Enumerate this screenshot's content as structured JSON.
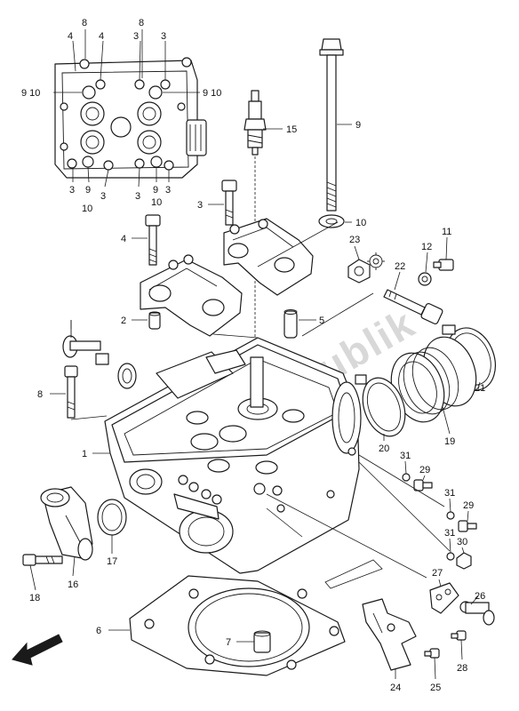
{
  "watermark": "Partsrepublik",
  "callouts": {
    "c1": "1",
    "c2": "2",
    "c3": "3",
    "c4": "4",
    "c5": "5",
    "c6": "6",
    "c7": "7",
    "c8": "8",
    "c9": "9",
    "c10": "10",
    "c11": "11",
    "c12": "12",
    "c15": "15",
    "c16": "16",
    "c17": "17",
    "c18": "18",
    "c19": "19",
    "c20": "20",
    "c21": "21",
    "c22": "22",
    "c23": "23",
    "c24": "24",
    "c25": "25",
    "c26": "26",
    "c27": "27",
    "c28": "28",
    "c29": "29",
    "c30": "30",
    "c31": "31"
  },
  "inset_callouts": {
    "n3": "3",
    "n4": "4",
    "n8": "8",
    "n9": "9",
    "n10": "10",
    "n9_10": "9 10"
  },
  "icons": {
    "arrow": "front-direction-arrow-icon"
  }
}
